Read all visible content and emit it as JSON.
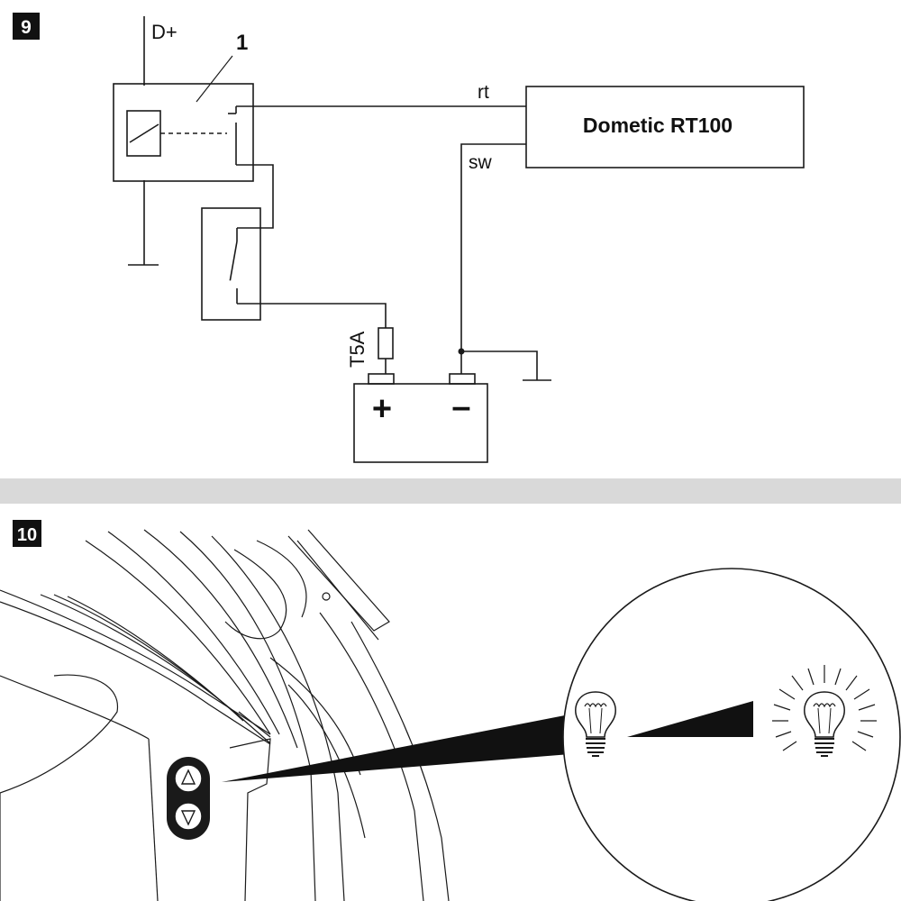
{
  "figure_9": {
    "number": "9",
    "labels": {
      "d_plus": "D+",
      "relay_callout": "1",
      "wire_red": "rt",
      "wire_black": "sw",
      "device_name": "Dometic RT100",
      "fuse": "T5A",
      "battery_plus": "+",
      "battery_minus": "–"
    }
  },
  "figure_10": {
    "number": "10",
    "control_icons": [
      "up-arrow-icon",
      "down-arrow-icon"
    ],
    "brightness_icons": [
      "dim-bulb-icon",
      "bright-bulb-icon"
    ]
  },
  "colors": {
    "line": "#1a1a1a",
    "badge_bg": "#111111",
    "divider": "#d9d9d9",
    "background": "#ffffff"
  }
}
